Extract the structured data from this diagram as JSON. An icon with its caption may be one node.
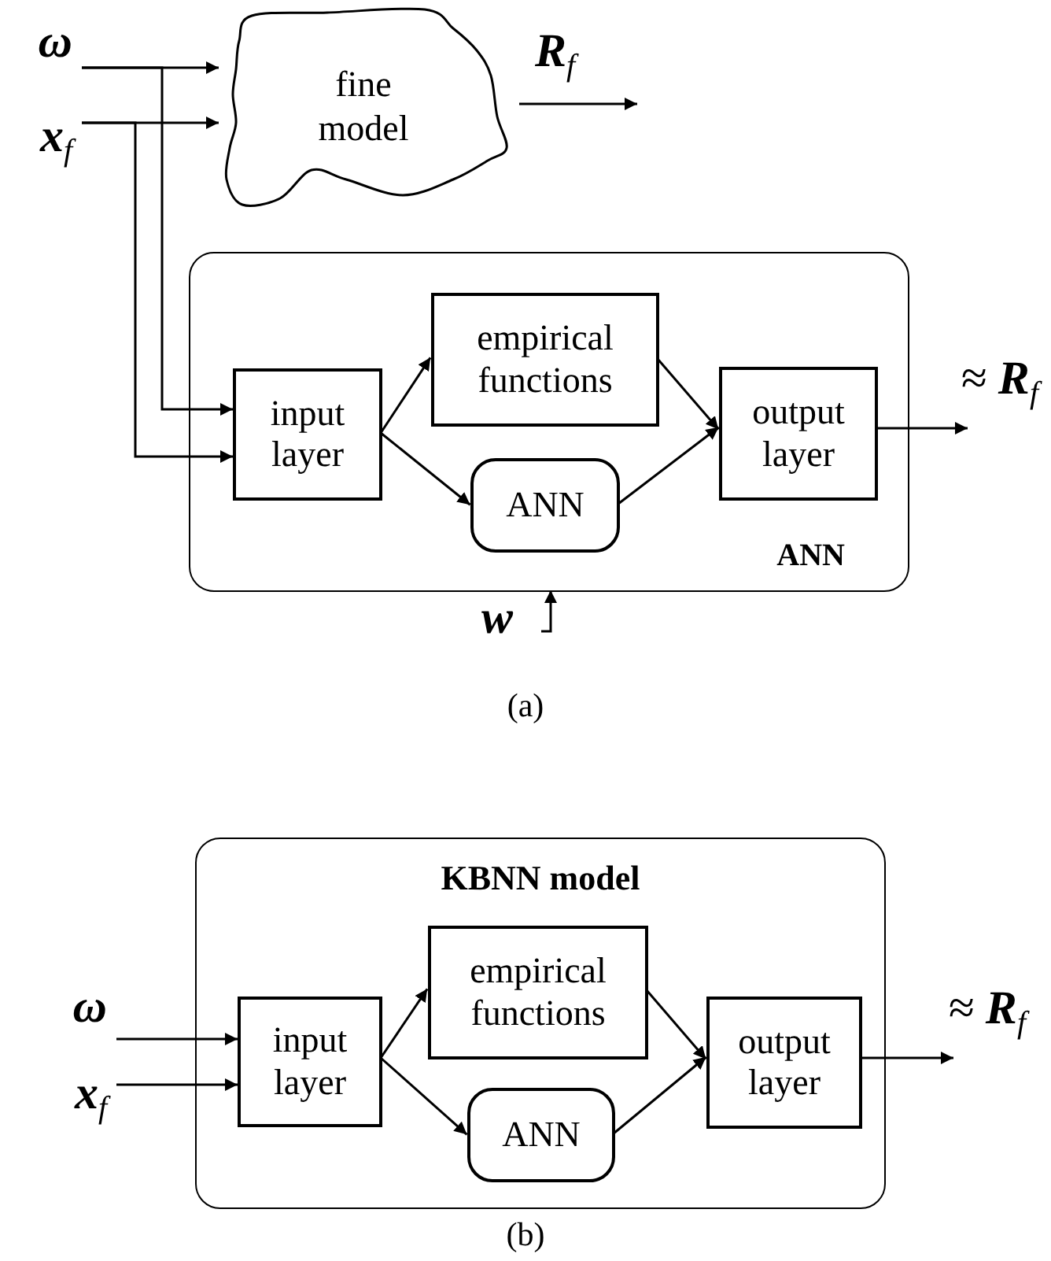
{
  "diagram": {
    "nodes": [
      {
        "text": [
          "ω"
        ]
      },
      {
        "text": [
          "**x**$_{f}$"
        ]
      },
      {
        "text": [
          "fine model"
        ]
      },
      {
        "text": [
          "ANN"
        ]
      },
      {
        "text": [
          "input layer"
        ],
        "in": 3
      },
      {
        "text": [
          "empirical functions"
        ],
        "in": 3
      },
      {
        "text": [
          "ANN"
        ],
        "in": 3
      },
      {
        "text": [
          "output layer"
        ],
        "in": 3
      },
      {
        "text": [
          "≈ **R**$_{f}$"
        ]
      },
      {
        "text": [
          "w"
        ]
      },
      {
        "text": [
          "KBNN model"
        ]
      },
      {
        "text": [
          "ω"
        ]
      },
      {
        "text": [
          "**x**$_{f}$"
        ]
      },
      {
        "text": [
          "input layer"
        ],
        "in": 10
      },
      {
        "text": [
          "empirical functions"
        ],
        "in": 10
      },
      {
        "text": [
          "ANN"
        ],
        "in": 10
      },
      {
        "text": [
          "output layer"
        ],
        "in": 10
      },
      {
        "text": [
          "≈ **R**$_{f}$"
        ]
      }
    ],
    "edges": [
      {
        "from": 0,
        "to": 2,
        "arrow": "to"
      },
      {
        "from": 1,
        "to": 2,
        "arrow": "to"
      },
      {
        "from": 0,
        "to": 4,
        "arrow": "to"
      },
      {
        "from": 1,
        "to": 4,
        "arrow": "to"
      },
      {
        "from": 2,
        "to": null,
        "arrow": "to",
        "label": "**R**$_{f}$"
      },
      {
        "from": 4,
        "to": 5,
        "arrow": "to"
      },
      {
        "from": 4,
        "to": 6,
        "arrow": "to"
      },
      {
        "from": 5,
        "to": 7,
        "arrow": "to"
      },
      {
        "from": 6,
        "to": 7,
        "arrow": "to"
      },
      {
        "from": 7,
        "to": 8,
        "arrow": "to"
      },
      {
        "from": 9,
        "to": 3,
        "arrow": "to"
      },
      {
        "from": 11,
        "to": 13,
        "arrow": "to"
      },
      {
        "from": 12,
        "to": 13,
        "arrow": "to"
      },
      {
        "from": 13,
        "to": 14,
        "arrow": "to"
      },
      {
        "from": 13,
        "to": 15,
        "arrow": "to"
      },
      {
        "from": 14,
        "to": 16,
        "arrow": "to"
      },
      {
        "from": 15,
        "to": 16,
        "arrow": "to"
      },
      {
        "from": 16,
        "to": 17,
        "arrow": "to"
      }
    ],
    "labels": [
      "(a)",
      "(b)"
    ]
  }
}
